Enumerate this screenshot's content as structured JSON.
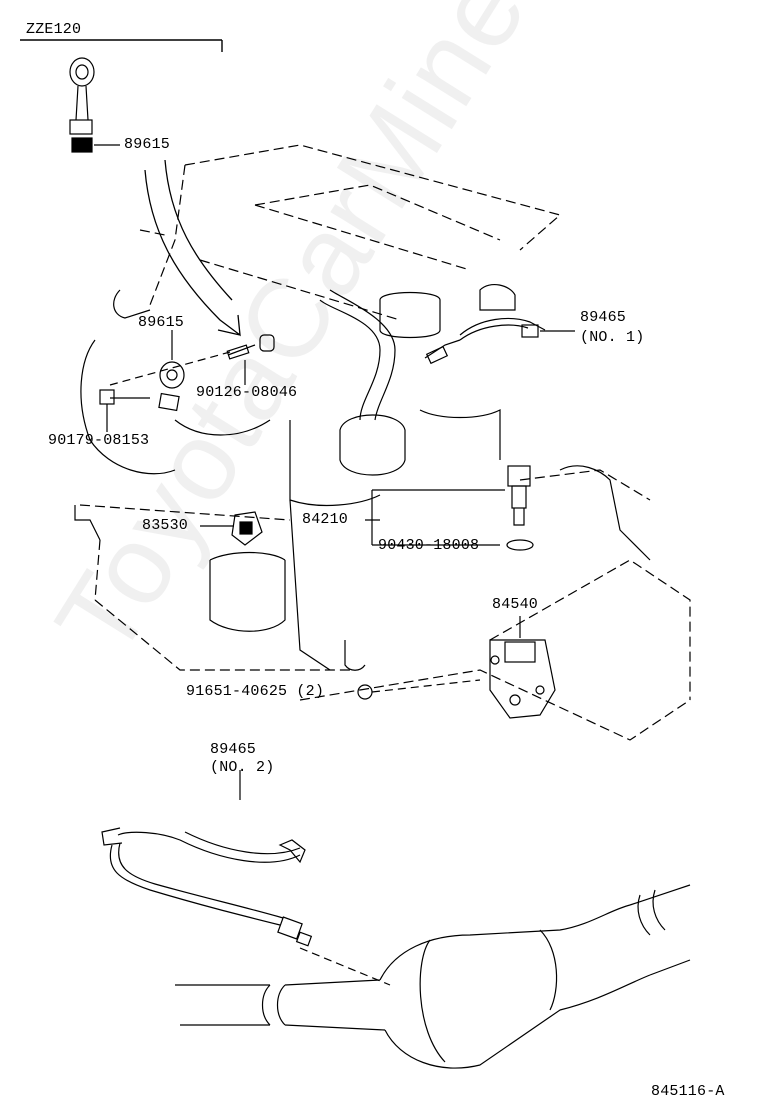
{
  "header": {
    "model": "ZZE120"
  },
  "watermark": "ToyotaCarMine.ru",
  "parts": {
    "knock_sensor_top": "89615",
    "knock_sensor_mid": "89615",
    "bolt_90126": "90126-08046",
    "nut_90179": "90179-08153",
    "o2_sensor_no1_num": "89465",
    "o2_sensor_no1_tag": "(NO. 1)",
    "sensor_83530": "83530",
    "sensor_84210": "84210",
    "gasket_90430": "90430-18008",
    "switch_84540": "84540",
    "nut_91651": "91651-40625 (2)",
    "o2_sensor_no2_num": "89465",
    "o2_sensor_no2_tag": "(NO. 2)"
  },
  "footer": {
    "diagram_id": "845116-A"
  },
  "colors": {
    "line": "#000000",
    "background": "#ffffff"
  }
}
